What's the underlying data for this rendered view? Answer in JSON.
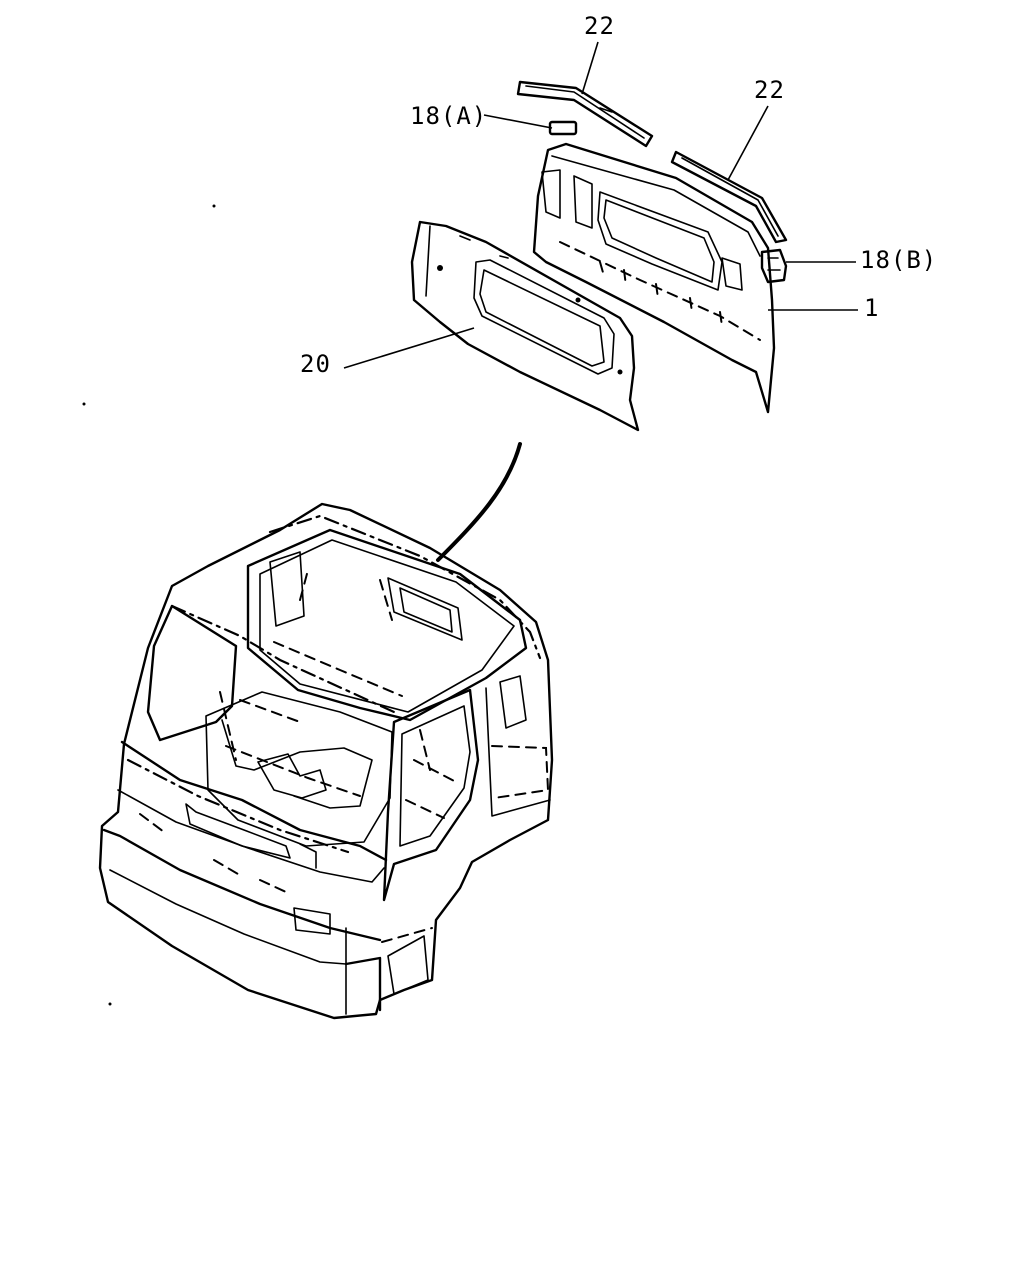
{
  "diagram": {
    "callouts": [
      {
        "id": "part-22-upper",
        "label": "22"
      },
      {
        "id": "part-22-right",
        "label": "22"
      },
      {
        "id": "part-18a",
        "label": "18(A)"
      },
      {
        "id": "part-18b",
        "label": "18(B)"
      },
      {
        "id": "part-1",
        "label": "1"
      },
      {
        "id": "part-20",
        "label": "20"
      }
    ]
  }
}
